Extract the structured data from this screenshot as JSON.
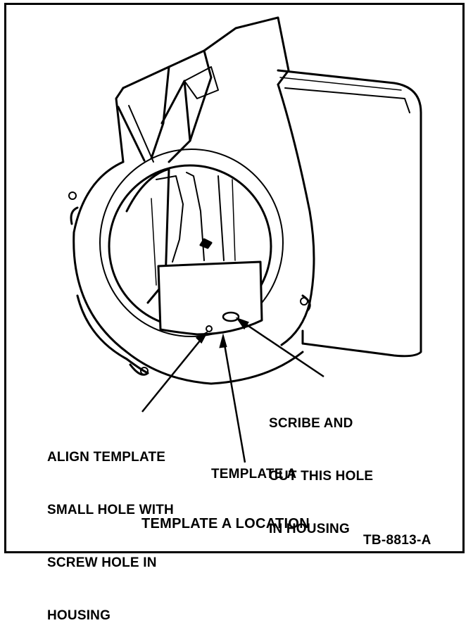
{
  "callouts": {
    "scribe": [
      "SCRIBE AND",
      "CUT THIS HOLE",
      "IN HOUSING"
    ],
    "align": [
      "ALIGN TEMPLATE",
      "SMALL HOLE WITH",
      "SCREW HOLE IN",
      "HOUSING"
    ],
    "template": "TEMPLATE A"
  },
  "caption": "TEMPLATE A LOCATION",
  "figure_id": "TB-8813-A"
}
